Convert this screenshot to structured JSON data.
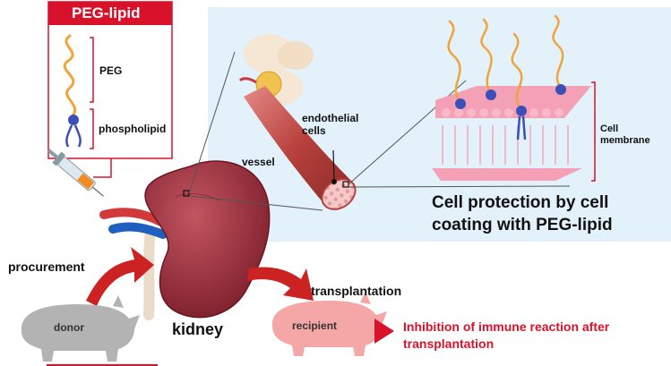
{
  "peg_lipid_box": {
    "title": "PEG-lipid",
    "peg_label": "PEG",
    "phospholipid_label": "phospholipid"
  },
  "vessel_section": {
    "endothelial_label": "endothelial\ncells",
    "vessel_label": "vessel"
  },
  "membrane_section": {
    "membrane_label": "Cell\nmembrane",
    "caption": "Cell protection by cell\ncoating with PEG-lipid"
  },
  "flow": {
    "procurement_label": "procurement",
    "donor_label": "donor",
    "kidney_label": "kidney",
    "transplantation_label": "transplantation",
    "recipient_label": "recipient",
    "outcome_text": "Inhibition of immune reaction after\ntransplantation"
  },
  "colors": {
    "accent_red": "#d8122a",
    "panel_blue": "#e3f1fb",
    "peg_orange": "#f0a43a",
    "lipid_head_pink": "#f4a0b6",
    "lipid_anchor_blue": "#3b4fb8",
    "kidney_maroon": "#9b2a37",
    "donor_gray": "#b3b3b3",
    "recipient_pink": "#f5a6a6"
  }
}
